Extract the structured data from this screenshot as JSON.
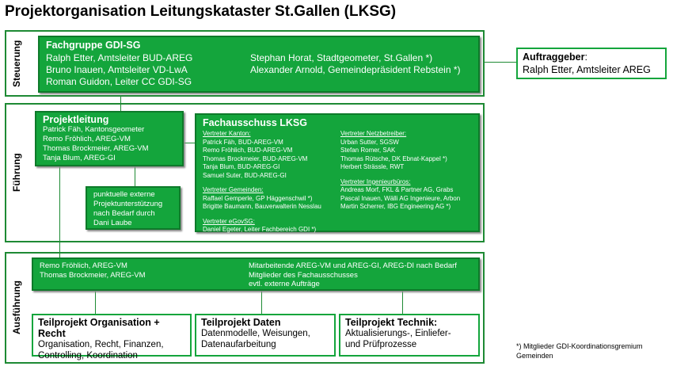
{
  "title": "Projektorganisation Leitungskataster St.Gallen (LKSG)",
  "steuerung": {
    "label": "Steuerung",
    "heading": "Fachgruppe GDI-SG",
    "left": [
      "Ralph Etter, Amtsleiter BUD-AREG",
      "Bruno Inauen, Amtsleiter VD-LwA",
      "Roman Guidon, Leiter CC GDI-SG"
    ],
    "right": [
      "Stephan Horat, Stadtgeometer, St.Gallen *)",
      "Alexander Arnold, Gemeindepräsident Rebstein *)"
    ]
  },
  "auftraggeber": {
    "heading": "Auftraggeber",
    "colon": ":",
    "name": "Ralph Etter, Amtsleiter AREG"
  },
  "fuehrung": {
    "label": "Führung",
    "projektleitung": {
      "heading": "Projektleitung",
      "members": [
        "Patrick Fäh, Kantonsgeometer",
        "Remo Fröhlich, AREG-VM",
        "Thomas Brockmeier, AREG-VM",
        "Tanja Blum, AREG-GI"
      ]
    },
    "extern": [
      "punktuelle externe",
      "Projektunterstützung",
      "nach Bedarf durch",
      "Dani Laube"
    ],
    "fachausschuss": {
      "heading": "Fachausschuss LKSG",
      "kanton": {
        "title": "Vertreter Kanton:",
        "members": [
          "Patrick Fäh, BUD-AREG-VM",
          "Remo Fröhlich, BUD-AREG-VM",
          "Thomas Brockmeier, BUD-AREG-VM",
          "Tanja Blum, BUD-AREG-GI",
          "Samuel Suter, BUD-AREG-GI"
        ]
      },
      "gemeinden": {
        "title": "Vertreter Gemeinden:",
        "members": [
          "Raffael Gemperle, GP Häggenschwil *)",
          "Brigitte Baumann, Bauverwalterin Nesslau"
        ]
      },
      "egov": {
        "title": "Vertreter eGovSG:",
        "members": [
          "Daniel Egeter, Leiter Fachbereich GDI *)"
        ]
      },
      "netz": {
        "title": "Vertreter Netzbetreiber:",
        "members": [
          "Urban Sutter, SGSW",
          "Stefan Romer, SAK",
          "Thomas Rütsche, DK Ebnat-Kappel *)",
          "Herbert Strässle, RWT"
        ]
      },
      "ing": {
        "title": "Vertreter Ingenieurbüros:",
        "members": [
          "Andreas Morf, FKL & Partner AG, Grabs",
          "Pascal Inauen, Wälli AG Ingenieure, Arbon",
          "Martin Scherrer, IBG Engineering AG *)"
        ]
      }
    }
  },
  "ausfuehrung": {
    "label": "Ausführung",
    "left": [
      "Remo Fröhlich, AREG-VM",
      "Thomas Brockmeier, AREG-VM"
    ],
    "right": [
      "Mitarbeitende AREG-VM und AREG-GI, AREG-DI nach Bedarf",
      "Mitglieder des Fachausschusses",
      "evtl. externe Aufträge"
    ],
    "teilprojekte": [
      {
        "heading": "Teilprojekt Organisation + Recht",
        "lines": [
          "Organisation, Recht, Finanzen,",
          "Controlling, Koordination"
        ]
      },
      {
        "heading": "Teilprojekt Daten",
        "lines": [
          "Datenmodelle, Weisungen,",
          "Datenaufarbeitung"
        ]
      },
      {
        "heading": "Teilprojekt Technik:",
        "lines": [
          "Aktualisierungs-, Einliefer-",
          "und Prüfprozesse"
        ]
      }
    ]
  },
  "footnote": [
    "*) Mitglieder GDI-Koordinationsgremium",
    "Gemeinden"
  ]
}
